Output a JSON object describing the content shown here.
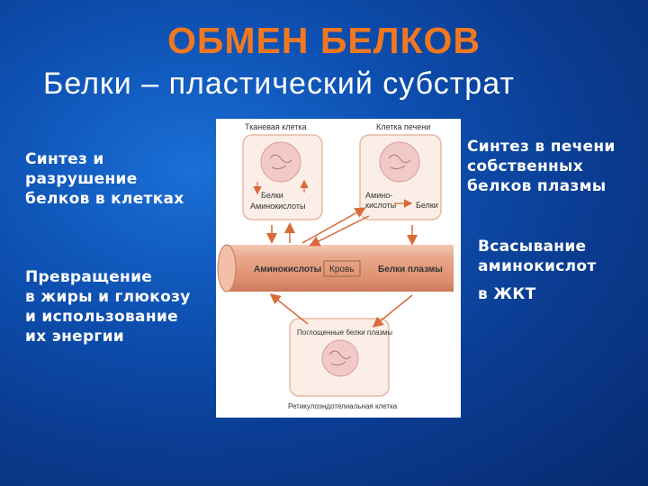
{
  "title": "ОБМЕН БЕЛКОВ",
  "subtitle": "Белки – пластический субстрат",
  "left": {
    "top_text": "Синтез и\nразрушение\nбелков в клетках",
    "bottom_text": "Превращение\nв жиры и глюкозу\nи использование\nих энергии"
  },
  "right": {
    "top_text": "Синтез в печени\nсобственных\nбелков плазмы",
    "middle_text": "Всасывание\nаминокислот",
    "bottom_text": "в ЖКТ"
  },
  "diagram": {
    "tissue_cell_label": "Тканевая клетка",
    "liver_cell_label": "Клетка печени",
    "tissue_inner_1": "Белки",
    "tissue_inner_2": "Аминокислоты",
    "liver_inner_1": "Амино-",
    "liver_inner_2": "кислоты",
    "liver_proteins": "Белки",
    "blood_amino": "Аминокислоты",
    "blood_label": "Кровь",
    "blood_proteins": "Белки плазмы",
    "reticulo_inner": "Поглощенные белки плазмы",
    "reticulo_label": "Ретикулоэндотелиальная клетка"
  },
  "colors": {
    "title": "#f07820",
    "arrow": "#d96a3a",
    "vessel": "#e9a98c",
    "cell_border": "#e7b9a4"
  }
}
